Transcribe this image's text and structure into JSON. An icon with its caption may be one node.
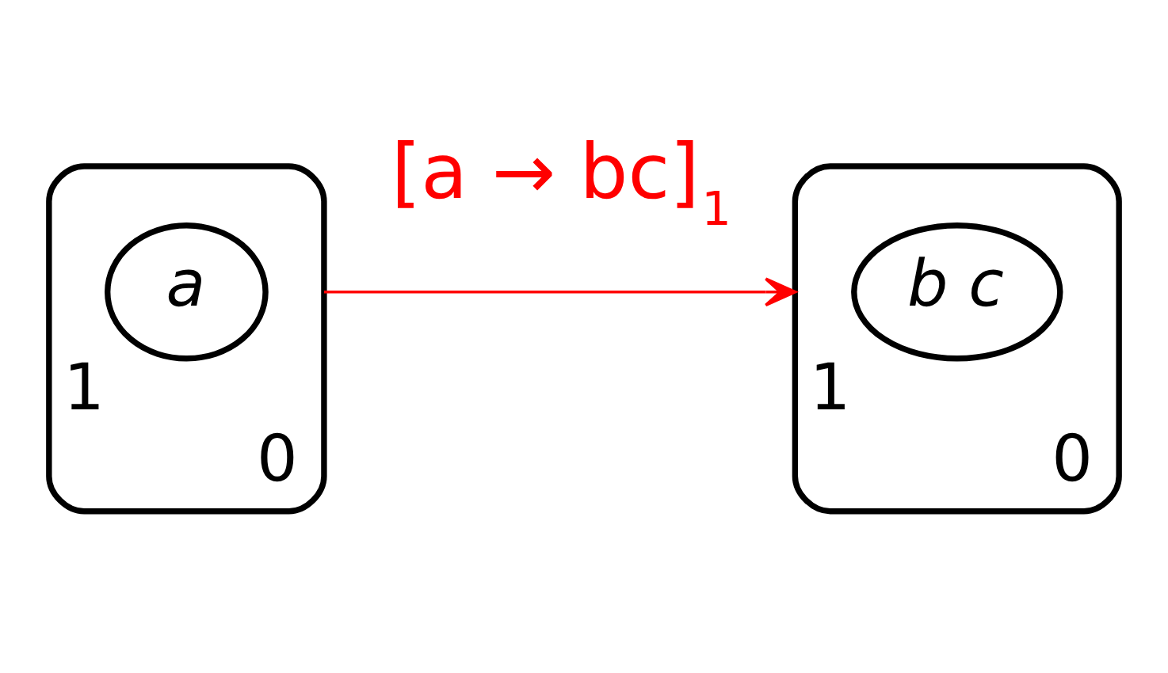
{
  "diagram": {
    "nodes": [
      {
        "text": [],
        "shape": "box",
        "beside": [
          "0"
        ]
      },
      {
        "text": [
          "a"
        ],
        "in": 0,
        "beside": [
          "1"
        ]
      },
      {
        "text": [],
        "shape": "box",
        "beside": [
          "0"
        ]
      },
      {
        "text": [
          "b c"
        ],
        "in": 2,
        "beside": [
          "1"
        ]
      }
    ],
    "edges": [
      {
        "from": 0,
        "to": 2,
        "arrow": "to",
        "label": "[a → bc]$_{1}$",
        "color": "#ff0000"
      }
    ]
  }
}
